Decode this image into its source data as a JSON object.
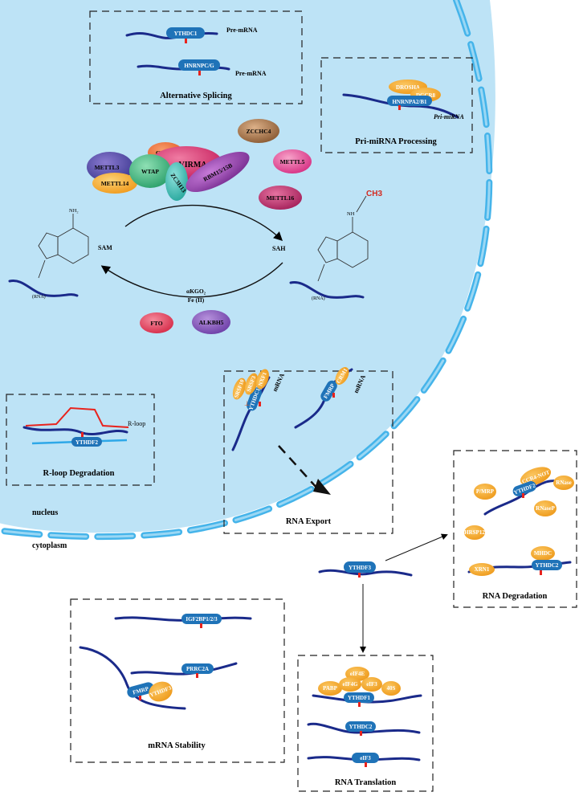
{
  "colors": {
    "nucleus_fill": "#bde3f6",
    "nucleus_border": "#45b4ea",
    "rna_strand": "#1a2a8a",
    "reader_pill": "#1f73b8",
    "orange_protein": "#f3a12a",
    "m6a_mark": "#e8231d",
    "ch3_text": "#d42a20"
  },
  "compartments": {
    "nucleus": "nucleus",
    "cytoplasm": "cytoplasm"
  },
  "boxes": {
    "alternative_splicing": {
      "title": "Alternative Splicing",
      "reader1": "YTHDC1",
      "label1": "Pre-mRNA",
      "reader2": "HNRNPC/G",
      "label2": "Pre-mRNA"
    },
    "pri_mirna": {
      "title": "Pri-miRNA Processing",
      "drosha": "DROSHA",
      "dgcr8": "DGCR8",
      "reader": "HNRNPA2/B1",
      "label": "Pri-miRNA"
    },
    "rloop": {
      "title": "R-loop Degradation",
      "label": "R-loop",
      "reader": "YTHDF2"
    },
    "rna_export": {
      "title": "RNA Export",
      "srsf3": "SRSF3",
      "srsf10": "SRSF10",
      "nxf1": "NXF1",
      "ythdc1": "YTHDC1",
      "mrna1": "mRNA",
      "fmrp": "FMRP",
      "crm1": "CRM1",
      "mrna2": "mRNA"
    },
    "rna_degradation": {
      "title": "RNA Degradation",
      "ccr4": "CCR4-NOT",
      "ythdf2": "YTHDF2",
      "rnase1": "P/MRP",
      "rnase2": "HRSP12",
      "rnase3": "RNaseP",
      "rnase4": "RNase",
      "xrn1": "XRN1",
      "mhdc": "MHDC",
      "ythdc2": "YTHDC2"
    },
    "mrna_stability": {
      "title": "mRNA Stability",
      "igf2bp": "IGF2BP1/2/3",
      "prrc2a": "PRRC2A",
      "fmrp": "FMRP",
      "ythdf3": "YTHDF3"
    },
    "rna_translation": {
      "title": "RNA Translation",
      "pabp": "PABP",
      "eif4e": "eIF4E",
      "eif4g": "eIF4G",
      "eif3a": "eIF3",
      "s40": "40S",
      "ythdf1": "YTHDF1",
      "ythdc2": "YTHDC2",
      "eif3b": "eIF3"
    }
  },
  "ythdf3_center": "YTHDF3",
  "writers": {
    "mettl3": "METTL3",
    "mettl14": "METTL14",
    "wtap": "WTAP",
    "cbll1": "CBLL1",
    "virma": "VIRMA",
    "zc3h13": "ZC3H13",
    "rbm15": "RBM15/15B",
    "zcchc4": "ZCCHC4",
    "mettl5": "METTL5",
    "mettl16": "METTL16"
  },
  "erasers": {
    "fto": "FTO",
    "alkbh5": "ALKBH5"
  },
  "reaction": {
    "sam": "SAM",
    "sah": "SAH",
    "cofactor1": "αKGO₂",
    "cofactor2": "Fe (II)",
    "nh2": "NH₂",
    "nh": "NH",
    "ch3": "CH3",
    "rna_left": "(RNA)",
    "rna_right": "(RNA)"
  }
}
